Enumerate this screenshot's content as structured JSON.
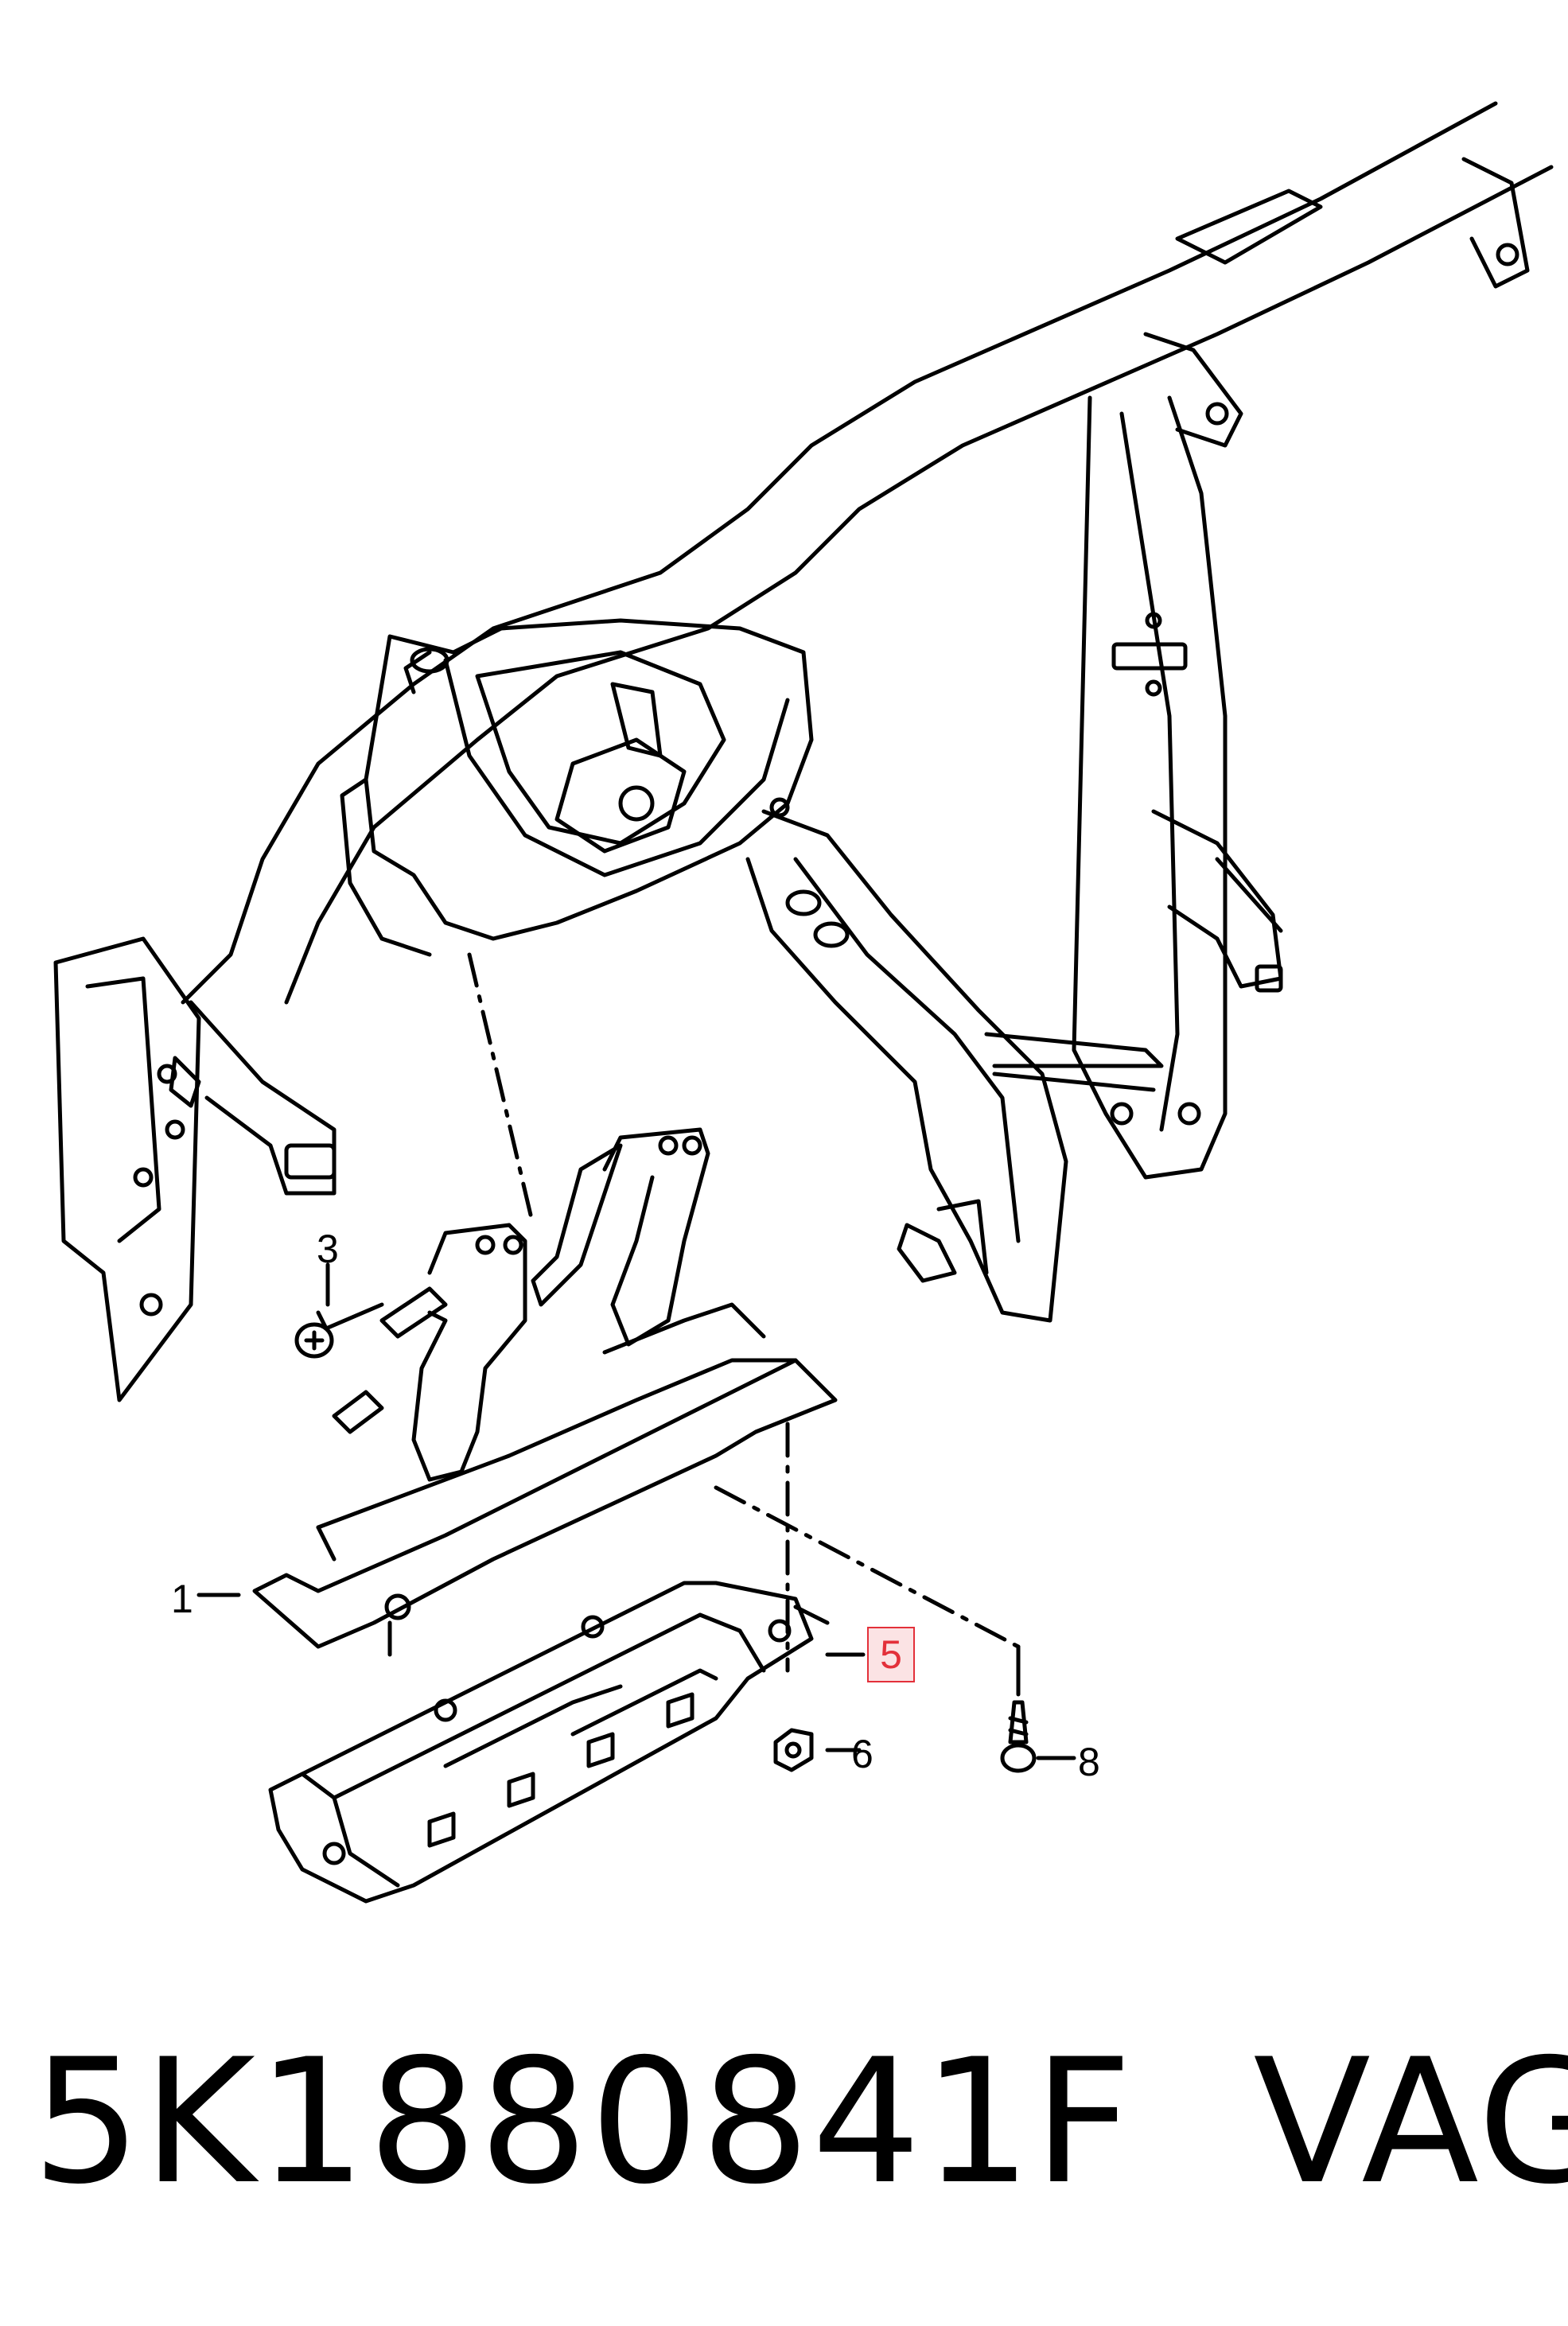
{
  "diagram": {
    "callouts": [
      {
        "id": "1",
        "label": "1"
      },
      {
        "id": "3",
        "label": "3"
      },
      {
        "id": "5",
        "label": "5",
        "highlighted": true
      },
      {
        "id": "6",
        "label": "6"
      },
      {
        "id": "8",
        "label": "8"
      }
    ],
    "part_number": "5K1880841F",
    "brand": "VAG",
    "colors": {
      "line": "#000000",
      "highlight_border": "#e3303a",
      "highlight_fill": "#fbe3e4"
    }
  }
}
